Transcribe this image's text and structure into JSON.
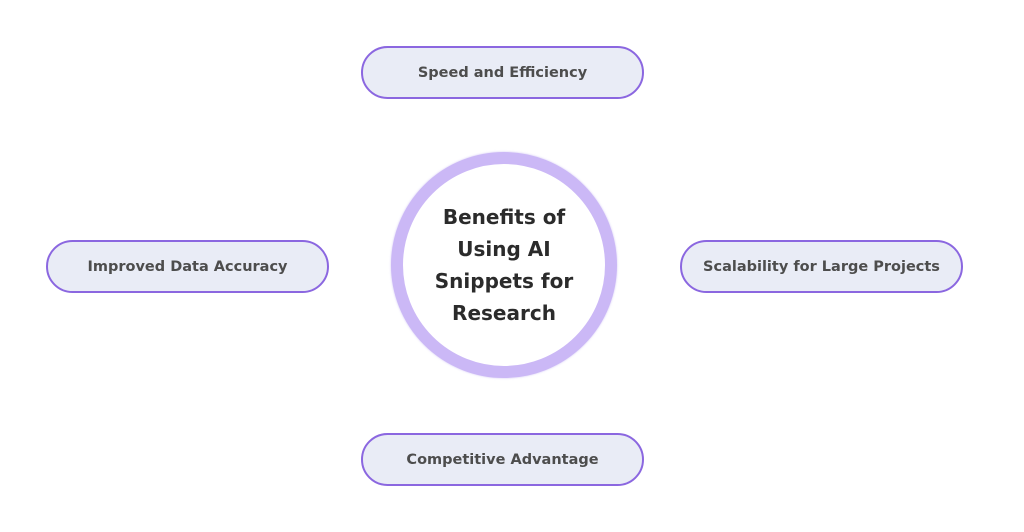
{
  "diagram": {
    "center": {
      "title_lines": [
        "Benefits of",
        "Using AI",
        "Snippets for",
        "Research"
      ]
    },
    "nodes": {
      "top": "Speed and Efficiency",
      "left": "Improved Data Accuracy",
      "right": "Scalability for Large Projects",
      "bottom": "Competitive Advantage"
    },
    "colors": {
      "pill_border": "#8B67E0",
      "pill_fill": "#E9ECF6",
      "pill_text": "#4D4D4D",
      "hub_ring": "#CBB8F6",
      "hub_text": "#2B2B2B"
    }
  }
}
